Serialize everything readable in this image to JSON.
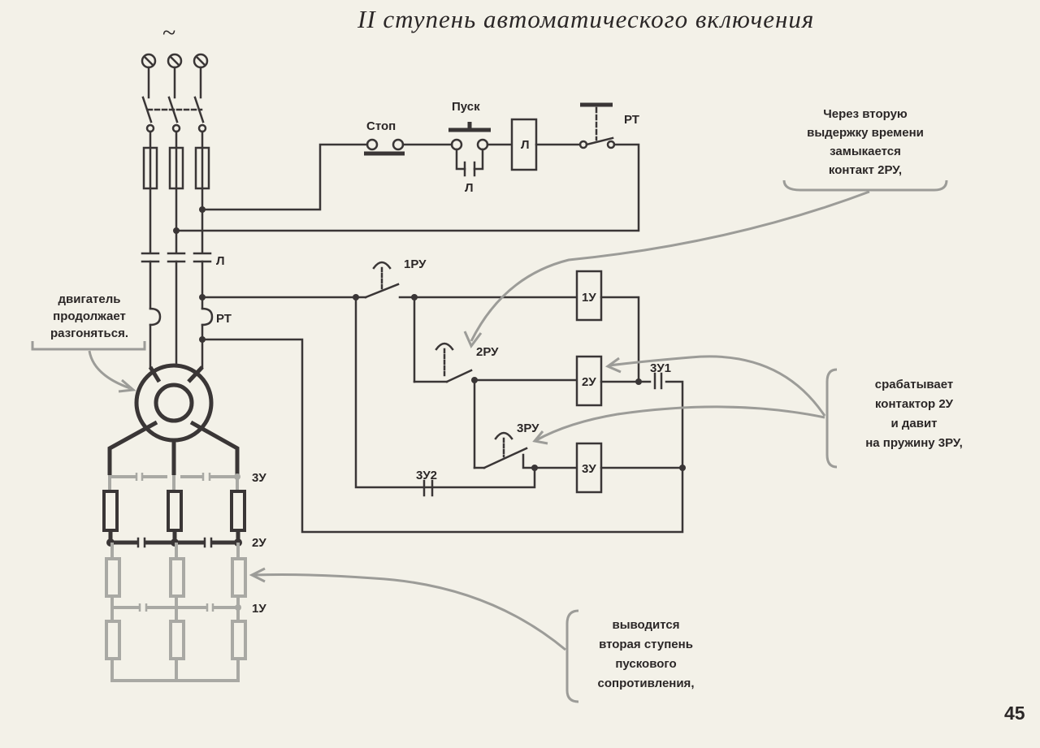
{
  "title": "II ступень автоматического включения",
  "supply_symbol": "~",
  "page_number": "45",
  "labels": {
    "stop": "Стоп",
    "start": "Пуск",
    "coil_l": "Л",
    "contact_l": "Л",
    "rt": "РТ",
    "l_main": "Л",
    "rt_main": "РТ",
    "r1ru": "1РУ",
    "r2ru": "2РУ",
    "r3ru": "3РУ",
    "coil_1u": "1У",
    "coil_2u": "2У",
    "coil_3u": "3У",
    "contact_3u1": "3У1",
    "contact_3u2": "3У2",
    "res_3u": "3У",
    "res_2u": "2У",
    "res_1u": "1У"
  },
  "annotations": {
    "motor": [
      "двигатель",
      "продолжает",
      "разгоняться."
    ],
    "delay": [
      "Через вторую",
      "выдержку времени",
      "замыкается",
      "контакт 2РУ,"
    ],
    "contactor": [
      "срабатывает",
      "контактор 2У",
      "и давит",
      "на пружину 3РУ,"
    ],
    "resistance": [
      "выводится",
      "вторая ступень",
      "пускового",
      "сопротивления,"
    ]
  }
}
